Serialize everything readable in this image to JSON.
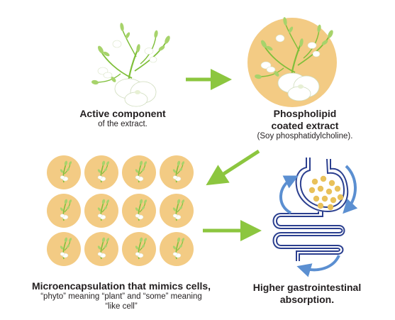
{
  "colors": {
    "arrow": "#8cc63f",
    "circle": "#f3cb84",
    "stem": "#7fbf3a",
    "leaf": "#a7d36b",
    "flower": "#ffffff",
    "gut_outline": "#2b3f8f",
    "flow_arrow": "#5b8fd1",
    "pellet": "#e9c15a"
  },
  "step1": {
    "title": "Active component",
    "subtitle": "of the extract."
  },
  "step2": {
    "title_line1": "Phospholipid",
    "title_line2": "coated extract",
    "subtitle": "(Soy phosphatidylcholine)."
  },
  "step3": {
    "title": "Microencapsulation that mimics cells,",
    "subtitle_line1": "“phyto” meaning “plant” and “some” meaning",
    "subtitle_line2": "“like cell”"
  },
  "step4": {
    "title_line1": "Higher gastrointestinal",
    "title_line2": "absorption."
  },
  "icons": {
    "plant": "plant-sprig-icon",
    "capsule": "phytosome-capsule-icon",
    "digestive": "digestive-tract-icon",
    "arrow": "arrow-right-icon"
  }
}
